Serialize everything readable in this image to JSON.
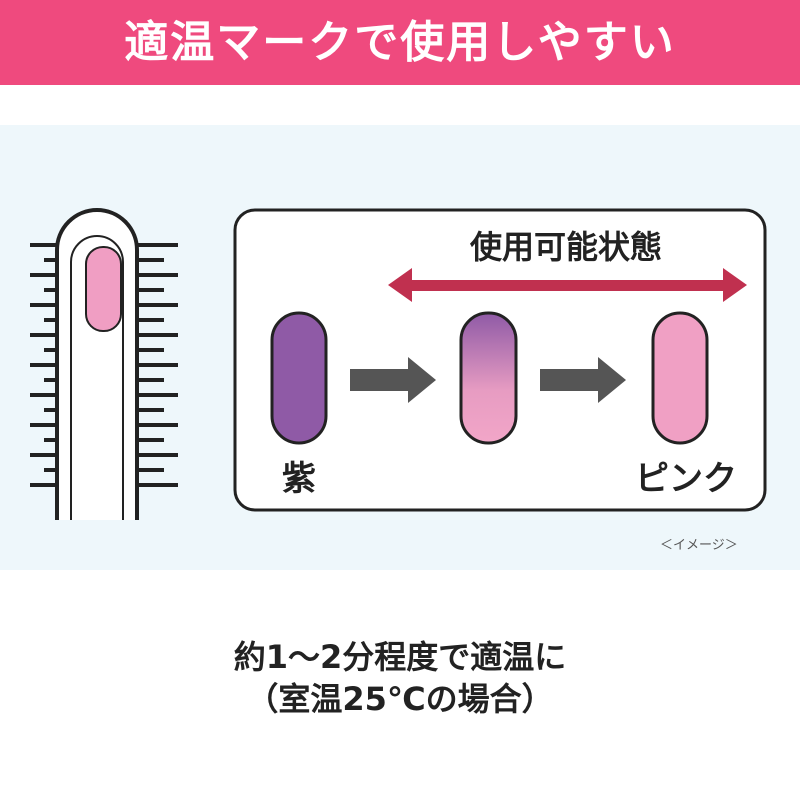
{
  "header": {
    "title": "適温マークで使用しやすい"
  },
  "diagram": {
    "state_label": "使用可能状態",
    "start_label": "紫",
    "end_label": "ピンク",
    "image_note": "＜イメージ＞",
    "colors": {
      "purple": "#8f5aa6",
      "pink": "#f0a0c4",
      "arrow_red": "#c0304f",
      "arrow_gray": "#555555",
      "header": "#ef4a7e"
    }
  },
  "caption": {
    "line1": "約1～2分程度で適温に",
    "line2": "（室温25℃の場合）"
  }
}
